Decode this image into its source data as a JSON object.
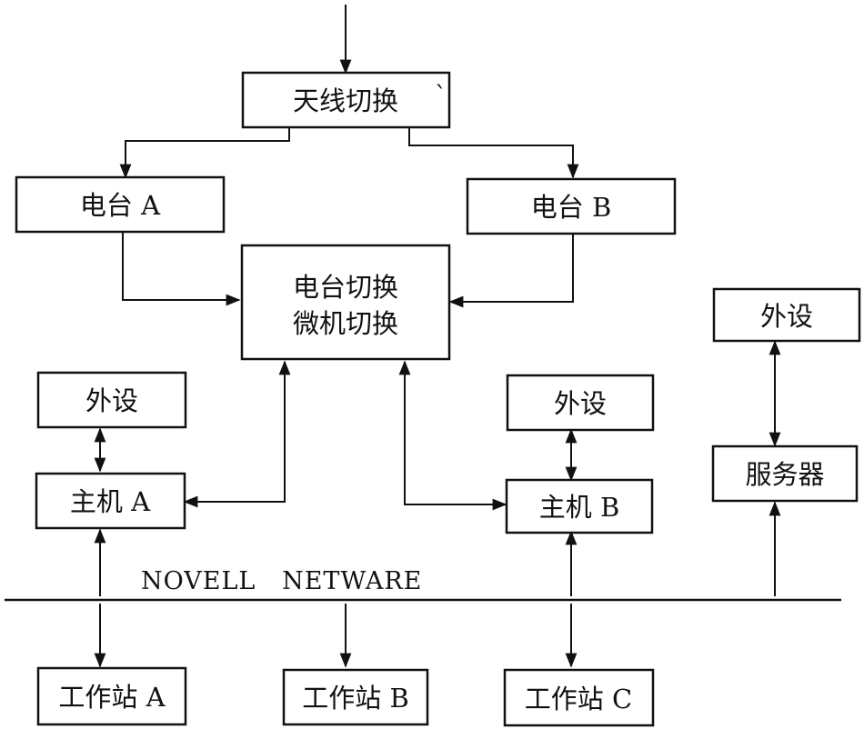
{
  "nodes": {
    "antenna_switch": "天线切换",
    "station_a": "电台 A",
    "station_b": "电台 B",
    "switch_line1": "电台切换",
    "switch_line2": "微机切换",
    "periph_left": "外设",
    "periph_mid": "外设",
    "periph_right": "外设",
    "host_a": "主机 A",
    "host_b": "主机 B",
    "server": "服务器",
    "ws_a": "工作站 A",
    "ws_b": "工作站 B",
    "ws_c": "工作站 C"
  },
  "network_label": "NOVELL   NETWARE",
  "antenna_tick": "`"
}
